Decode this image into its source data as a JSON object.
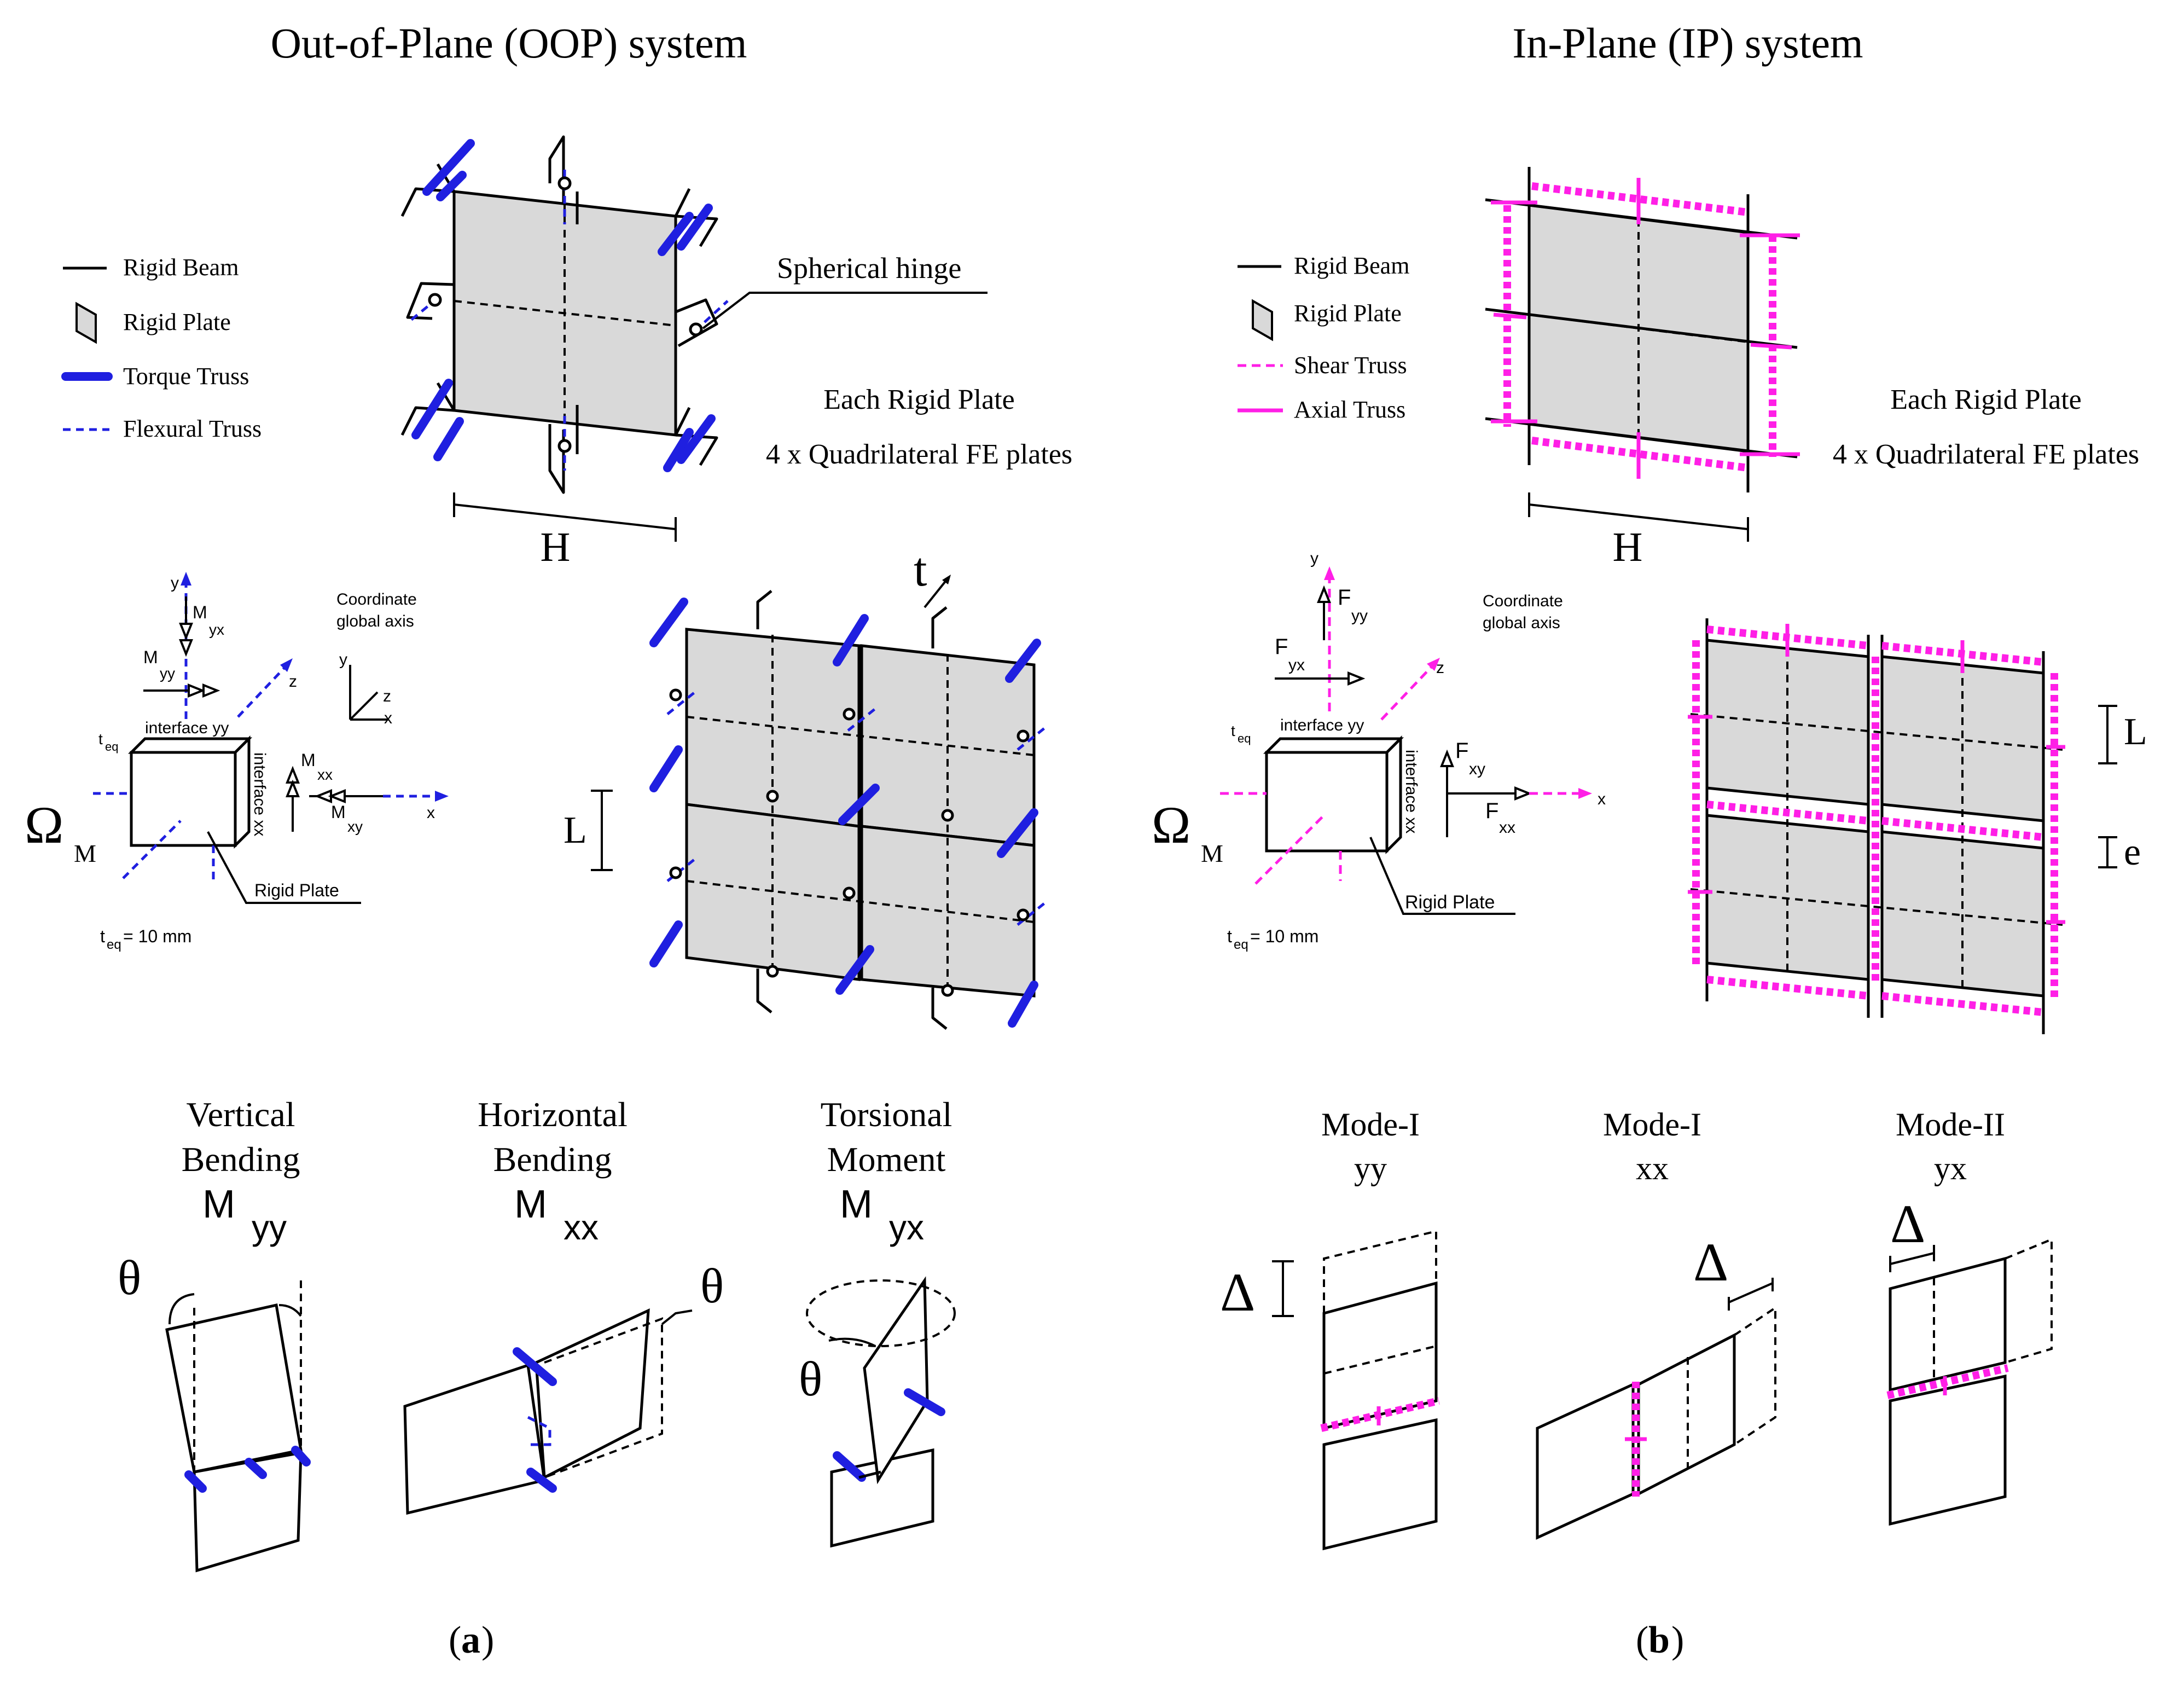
{
  "panel_a": {
    "title": "Out-of-Plane (OOP) system",
    "caption_open": "(",
    "caption_letter": "a",
    "caption_close": ")",
    "legend": {
      "rigid_beam": "Rigid Beam",
      "rigid_plate": "Rigid Plate",
      "torque_truss": "Torque Truss",
      "flexural_truss": "Flexural Truss"
    },
    "spherical_hinge": "Spherical hinge",
    "each_plate_line1": "Each Rigid Plate",
    "each_plate_line2": "4 x Quadrilateral FE plates",
    "dim_H": "H",
    "dim_t": "t",
    "dim_L": "L",
    "axes": {
      "y": "y",
      "z": "z",
      "x": "x",
      "coord_line1": "Coordinate",
      "coord_line2": "global axis",
      "m_yx": "M",
      "m_yx_sub": "yx",
      "m_yy": "M",
      "m_yy_sub": "yy",
      "m_xx": "M",
      "m_xx_sub": "xx",
      "m_xy": "M",
      "m_xy_sub": "xy"
    },
    "teq": "t",
    "teq_sub": "eq",
    "teq_value_sub": "eq",
    "teq_value": "= 10 mm",
    "interface_yy": "interface yy",
    "interface_xx": "interface xx",
    "omega": "Ω",
    "omega_sub": "M",
    "rigid_plate_label": "Rigid Plate",
    "modes": [
      {
        "line1": "Vertical",
        "line2": "Bending",
        "sym": "M",
        "sub": "yy"
      },
      {
        "line1": "Horizontal",
        "line2": "Bending",
        "sym": "M",
        "sub": "xx"
      },
      {
        "line1": "Torsional",
        "line2": "Moment",
        "sym": "M",
        "sub": "yx"
      }
    ],
    "theta": "θ"
  },
  "panel_b": {
    "title": "In-Plane (IP) system",
    "caption_open": "(",
    "caption_letter": "b",
    "caption_close": ")",
    "legend": {
      "rigid_beam": "Rigid Beam",
      "rigid_plate": "Rigid Plate",
      "shear_truss": "Shear Truss",
      "axial_truss": "Axial Truss"
    },
    "each_plate_line1": "Each Rigid Plate",
    "each_plate_line2": "4 x Quadrilateral FE plates",
    "dim_H": "H",
    "dim_L": "L",
    "dim_e": "e",
    "axes": {
      "y": "y",
      "z": "z",
      "x": "x",
      "coord_line1": "Coordinate",
      "coord_line2": "global axis",
      "f_yy": "F",
      "f_yy_sub": "yy",
      "f_yx": "F",
      "f_yx_sub": "yx",
      "f_xy": "F",
      "f_xy_sub": "xy",
      "f_xx": "F",
      "f_xx_sub": "xx"
    },
    "teq": "t",
    "teq_sub": "eq",
    "teq_value_sub": "eq",
    "teq_value": "= 10 mm",
    "interface_yy": "interface yy",
    "interface_xx": "interface xx",
    "omega": "Ω",
    "omega_sub": "M",
    "rigid_plate_label": "Rigid Plate",
    "modes": [
      {
        "line1": "Mode-I",
        "line2": "yy"
      },
      {
        "line1": "Mode-I",
        "line2": "xx"
      },
      {
        "line1": "Mode-II",
        "line2": "yx"
      }
    ],
    "delta": "Δ"
  },
  "colors": {
    "torque_truss": "#1f1fe0",
    "ip_truss": "#ff1fe6",
    "plate_fill": "#d9d9d9"
  }
}
